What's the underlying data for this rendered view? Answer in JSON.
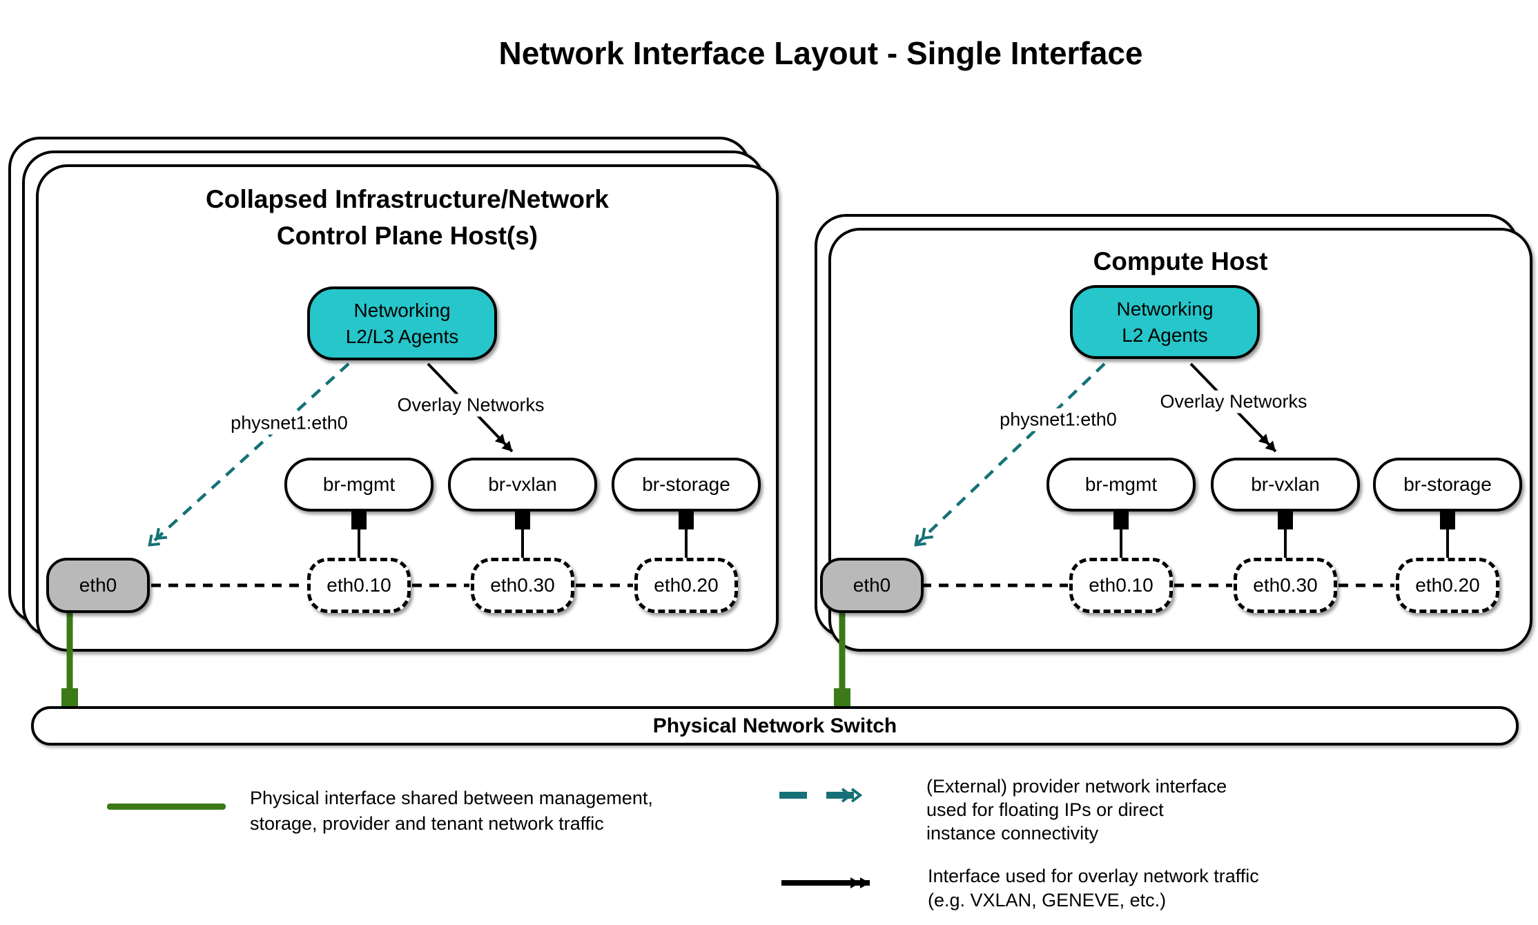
{
  "title": "Network Interface Layout - Single Interface",
  "colors": {
    "agent_fill": "#26c6ca",
    "provider_line": "#157177",
    "physical_line": "#3c7a18",
    "interface_fill": "#b9b9b9",
    "outline": "#000000"
  },
  "hosts": [
    {
      "title_lines": [
        "Collapsed Infrastructure/Network",
        "Control Plane Host(s)"
      ],
      "agent_lines": [
        "Networking",
        "L2/L3 Agents"
      ],
      "provider_label": "physnet1:eth0",
      "overlay_label": "Overlay Networks",
      "bridges": [
        "br-mgmt",
        "br-vxlan",
        "br-storage"
      ],
      "interface": "eth0",
      "vlans": [
        "eth0.10",
        "eth0.30",
        "eth0.20"
      ]
    },
    {
      "title_lines": [
        "Compute Host"
      ],
      "agent_lines": [
        "Networking",
        "L2 Agents"
      ],
      "provider_label": "physnet1:eth0",
      "overlay_label": "Overlay Networks",
      "bridges": [
        "br-mgmt",
        "br-vxlan",
        "br-storage"
      ],
      "interface": "eth0",
      "vlans": [
        "eth0.10",
        "eth0.30",
        "eth0.20"
      ]
    }
  ],
  "switch_label": "Physical Network Switch",
  "legend": [
    {
      "symbol": "green-solid-line",
      "lines": [
        "Physical interface shared between management,",
        "storage, provider and tenant network traffic"
      ]
    },
    {
      "symbol": "teal-dashed-double-arrow",
      "lines": [
        "(External) provider network interface",
        "used for floating IPs or direct",
        "instance connectivity"
      ]
    },
    {
      "symbol": "black-solid-double-arrow",
      "lines": [
        "Interface used for overlay network traffic",
        "(e.g. VXLAN, GENEVE, etc.)"
      ]
    }
  ]
}
